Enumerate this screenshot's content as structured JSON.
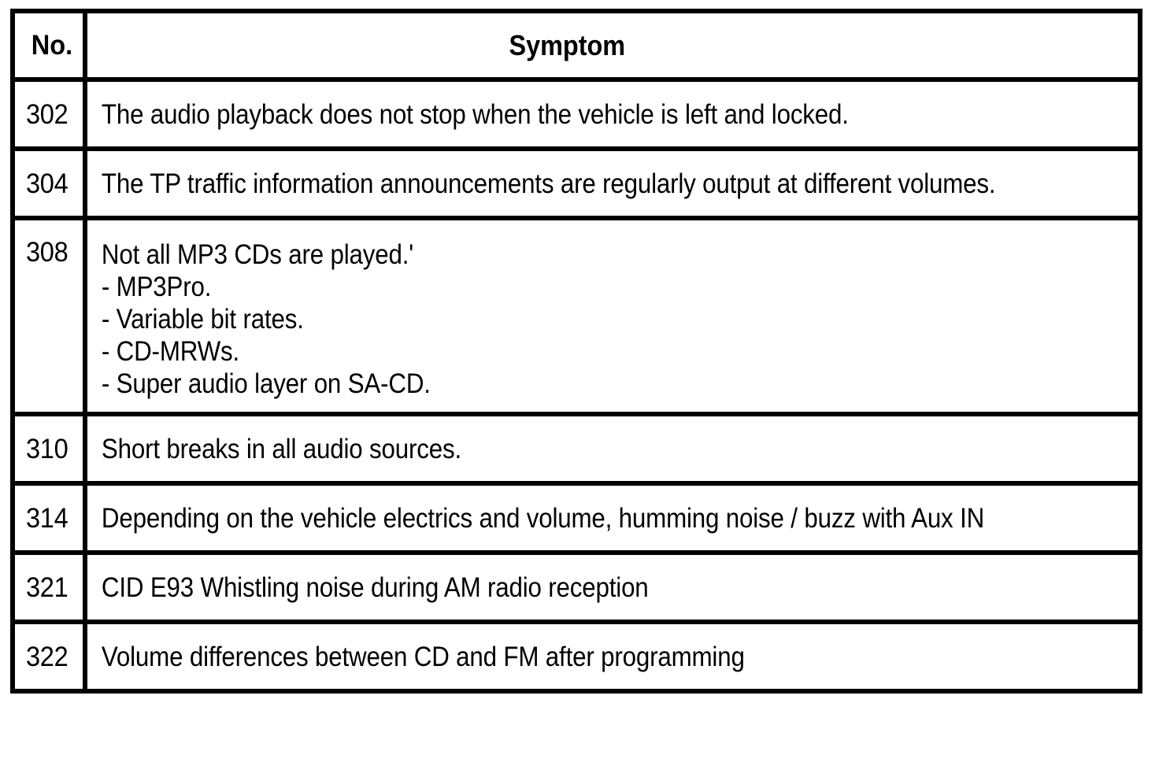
{
  "table": {
    "columns": [
      {
        "key": "no",
        "label": "No."
      },
      {
        "key": "symptom",
        "label": "Symptom"
      }
    ],
    "rows": [
      {
        "no": "302",
        "symptom": "The audio playback does not stop when the vehicle is left and locked.",
        "lines": []
      },
      {
        "no": "304",
        "symptom": "The TP traffic information announcements are regularly output at different volumes.",
        "lines": []
      },
      {
        "no": "308",
        "symptom": "Not all MP3 CDs are played.'",
        "lines": [
          "Not all MP3 CDs are played.'",
          "- MP3Pro.",
          "- Variable bit rates.",
          "- CD-MRWs.",
          "- Super audio layer on SA-CD."
        ]
      },
      {
        "no": "310",
        "symptom": "Short breaks in all audio sources.",
        "lines": []
      },
      {
        "no": "314",
        "symptom": "Depending on the vehicle electrics and volume, humming noise / buzz with Aux IN",
        "lines": []
      },
      {
        "no": "321",
        "symptom": "CID E93 Whistling noise during AM radio reception",
        "lines": []
      },
      {
        "no": "322",
        "symptom": "Volume differences between CD and FM after programming",
        "lines": []
      }
    ]
  },
  "style": {
    "border_color": "#000000",
    "text_color": "#000000",
    "background_color": "#ffffff"
  }
}
